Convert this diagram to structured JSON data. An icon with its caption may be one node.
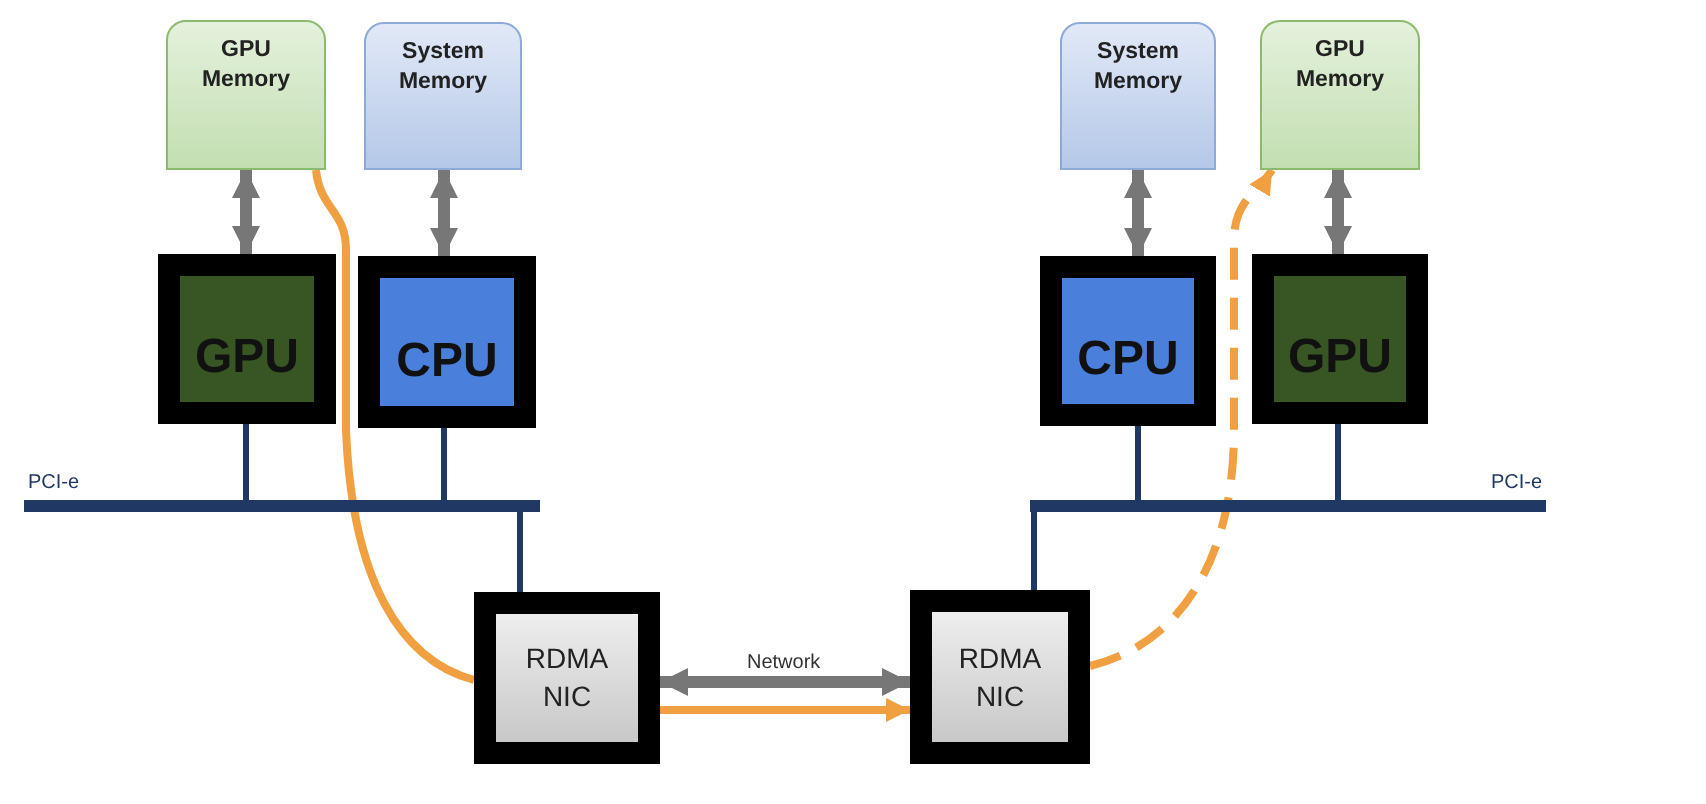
{
  "diagram": {
    "nodes": [
      {
        "text": [
          "GPU Memory"
        ]
      },
      {
        "text": [
          "System Memory"
        ]
      },
      {
        "text": [
          "System Memory"
        ]
      },
      {
        "text": [
          "GPU Memory"
        ]
      },
      {
        "text": [
          "GPU"
        ]
      },
      {
        "text": [
          "CPU"
        ]
      },
      {
        "text": [
          "CPU"
        ]
      },
      {
        "text": [
          "GPU"
        ]
      },
      {
        "text": [
          "PCI-e"
        ]
      },
      {
        "text": [
          "PCI-e"
        ]
      },
      {
        "text": [
          "RDMA NIC"
        ]
      },
      {
        "text": [
          "RDMA NIC"
        ]
      }
    ],
    "edges": [
      {
        "from": 0,
        "to": 4,
        "arrow": "both",
        "color": "#777777"
      },
      {
        "from": 1,
        "to": 5,
        "arrow": "both",
        "color": "#777777"
      },
      {
        "from": 2,
        "to": 6,
        "arrow": "both",
        "color": "#777777"
      },
      {
        "from": 3,
        "to": 7,
        "arrow": "both",
        "color": "#777777"
      },
      {
        "from": 4,
        "to": 8,
        "arrow": "none",
        "color": "#1f3864"
      },
      {
        "from": 5,
        "to": 8,
        "arrow": "none",
        "color": "#1f3864"
      },
      {
        "from": 8,
        "to": 10,
        "arrow": "none",
        "color": "#1f3864"
      },
      {
        "from": 9,
        "to": 11,
        "arrow": "none",
        "color": "#1f3864"
      },
      {
        "from": 6,
        "to": 9,
        "arrow": "none",
        "color": "#1f3864"
      },
      {
        "from": 7,
        "to": 9,
        "arrow": "none",
        "color": "#1f3864"
      },
      {
        "from": 10,
        "to": 11,
        "arrow": "both",
        "label": "Network",
        "color": "#777777"
      },
      {
        "from": 0,
        "to": 10,
        "arrow": "none",
        "color": "#f0a040"
      },
      {
        "from": 10,
        "to": 11,
        "arrow": "to",
        "color": "#f0a040"
      },
      {
        "from": 11,
        "to": 3,
        "arrow": "to",
        "style": "dashed",
        "color": "#f0a040"
      }
    ]
  }
}
